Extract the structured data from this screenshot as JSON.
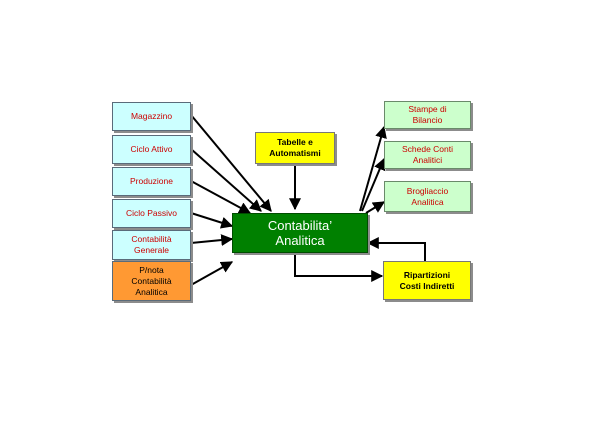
{
  "sources": [
    {
      "label": "Magazzino"
    },
    {
      "label": "Ciclo Attivo"
    },
    {
      "label": "Produzione"
    },
    {
      "label": "Ciclo Passivo"
    },
    {
      "label": "Contabilità\nGenerale"
    },
    {
      "label": "P/nota\nContabilità\nAnalitica"
    }
  ],
  "tabelle": {
    "label": "Tabelle e\nAutomatismi"
  },
  "central": {
    "label": "Contabilita’\nAnalitica"
  },
  "outputs": [
    {
      "label": "Stampe di\nBilancio"
    },
    {
      "label": "Schede Conti\nAnalitici"
    },
    {
      "label": "Brogliaccio\nAnalitica"
    }
  ],
  "ripartizioni": {
    "label": "Ripartizioni\nCosti Indiretti"
  },
  "colors": {
    "source_fill": "#ccffff",
    "source_text": "#cc0000",
    "pnota_fill": "#ff9933",
    "output_fill": "#ccffcc",
    "yellow_fill": "#ffff00",
    "central_fill": "#008000"
  }
}
